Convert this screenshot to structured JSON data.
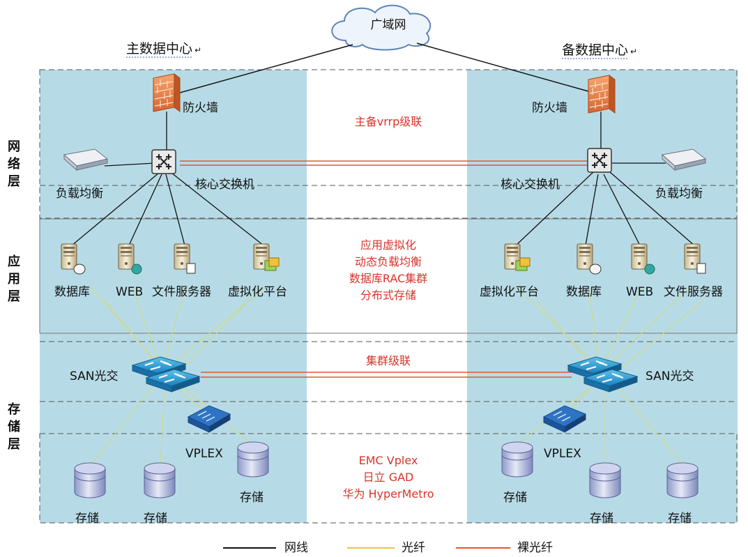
{
  "wan": "广域网",
  "primary_dc": "主数据中心",
  "backup_dc": "备数据中心",
  "layers": {
    "network": [
      "网",
      "络",
      "层"
    ],
    "application": [
      "应",
      "用",
      "层"
    ],
    "storage": [
      "存",
      "储",
      "层"
    ]
  },
  "left": {
    "firewall": "防火墙",
    "load_balancer": "负载均衡",
    "core_switch": "核心交换机",
    "servers": [
      "数据库",
      "WEB",
      "文件服务器",
      "虚拟化平台"
    ],
    "san": "SAN光交",
    "vplex": "VPLEX",
    "storage": [
      "存储",
      "存储",
      "存储"
    ]
  },
  "right": {
    "firewall": "防火墙",
    "load_balancer": "负载均衡",
    "core_switch": "核心交换机",
    "servers": [
      "虚拟化平台",
      "数据库",
      "WEB",
      "文件服务器"
    ],
    "san": "SAN光交",
    "vplex": "VPLEX",
    "storage": [
      "存储",
      "存储",
      "存储"
    ]
  },
  "center": {
    "vrrp": "主备vrrp级联",
    "app_lines": [
      "应用虚拟化",
      "动态负载均衡",
      "数据库RAC集群",
      "分布式存储"
    ],
    "cluster": "集群级联",
    "storage_lines": [
      "EMC Vplex",
      "日立 GAD",
      "华为 HyperMetro"
    ]
  },
  "legend": {
    "network_cable": "网线",
    "fiber": "光纤",
    "bare_fiber": "裸光纤"
  },
  "colors": {
    "panel": "#b7dbe6",
    "red_text": "#d9342b",
    "fiber": "#e8c24a",
    "bare_fiber": "#e0582e"
  }
}
